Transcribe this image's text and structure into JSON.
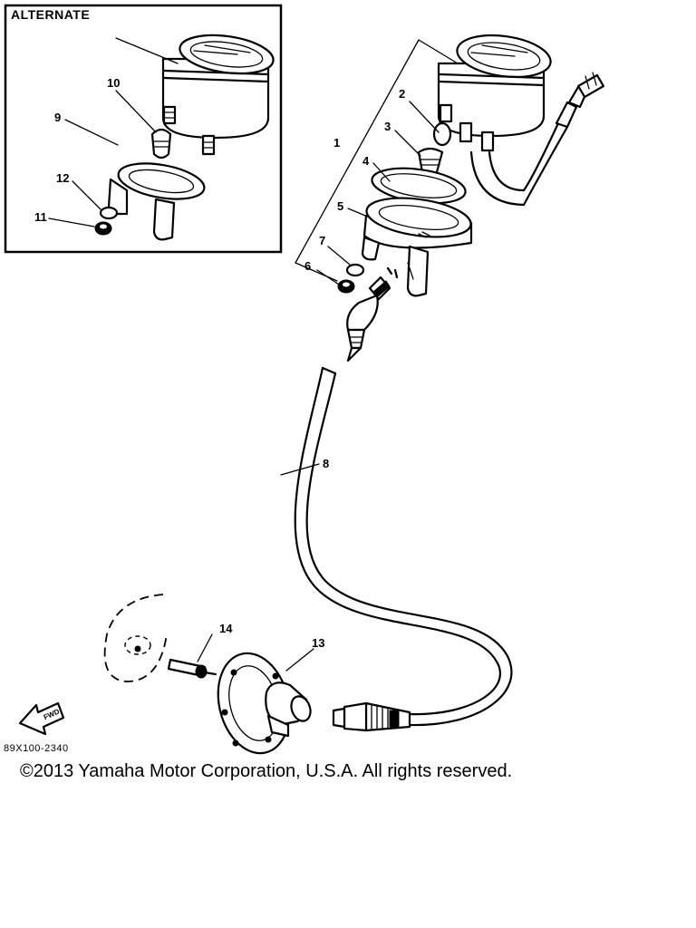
{
  "inset": {
    "title": "ALTERNATE"
  },
  "part_labels": {
    "p1": "1",
    "p2": "2",
    "p3": "3",
    "p4": "4",
    "p5": "5",
    "p6": "6",
    "p7": "7",
    "p8": "8",
    "p9": "9",
    "p10": "10",
    "p11": "11",
    "p12": "12",
    "p13": "13",
    "p14": "14"
  },
  "fwd_arrow": {
    "label": "FWD"
  },
  "drawing_code": "89X100-2340",
  "copyright": "©2013 Yamaha Motor Corporation, U.S.A. All rights reserved."
}
